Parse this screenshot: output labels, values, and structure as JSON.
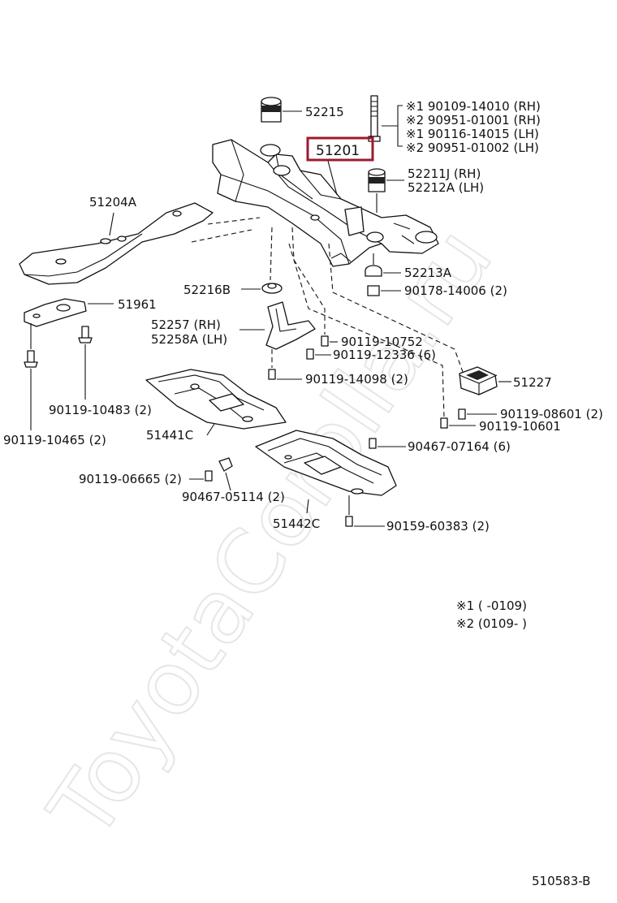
{
  "watermark": "ToyotaCorolla.ru",
  "highlight_color": "#9b1b30",
  "parts": {
    "p52215": "52215",
    "p51201": "51201",
    "p52211j": "52211J (RH)",
    "p52212a": "52212A (LH)",
    "p51204a": "51204A",
    "p52213a": "52213A",
    "p90178": "90178-14006 (2)",
    "p52216b": "52216B",
    "p51961": "51961",
    "p52257": "52257   (RH)",
    "p52258a": "52258A (LH)",
    "p90119_10752": "90119-10752",
    "p90119_12336": "90119-12336 (6)",
    "p90119_14098": "90119-14098 (2)",
    "p51227": "51227",
    "p90119_10483": "90119-10483 (2)",
    "p90119_08601": "90119-08601 (2)",
    "p90119_10601": "90119-10601",
    "p51441c": "51441C",
    "p90119_10465": "90119-10465 (2)",
    "p90467_07164": "90467-07164 (6)",
    "p90119_06665": "90119-06665 (2)",
    "p90467_05114": "90467-05114 (2)",
    "p51442c": "51442C",
    "p90159": "90159-60383 (2)"
  },
  "bolt_variants": [
    "※1  90109-14010 (RH)",
    "※2  90951-01001 (RH)",
    "※1  90116-14015 (LH)",
    "※2  90951-01002 (LH)"
  ],
  "footnotes": {
    "note1": "※1  (         -0109)",
    "note2": "※2  (0109-         )"
  },
  "diagram_code": "510583-B"
}
